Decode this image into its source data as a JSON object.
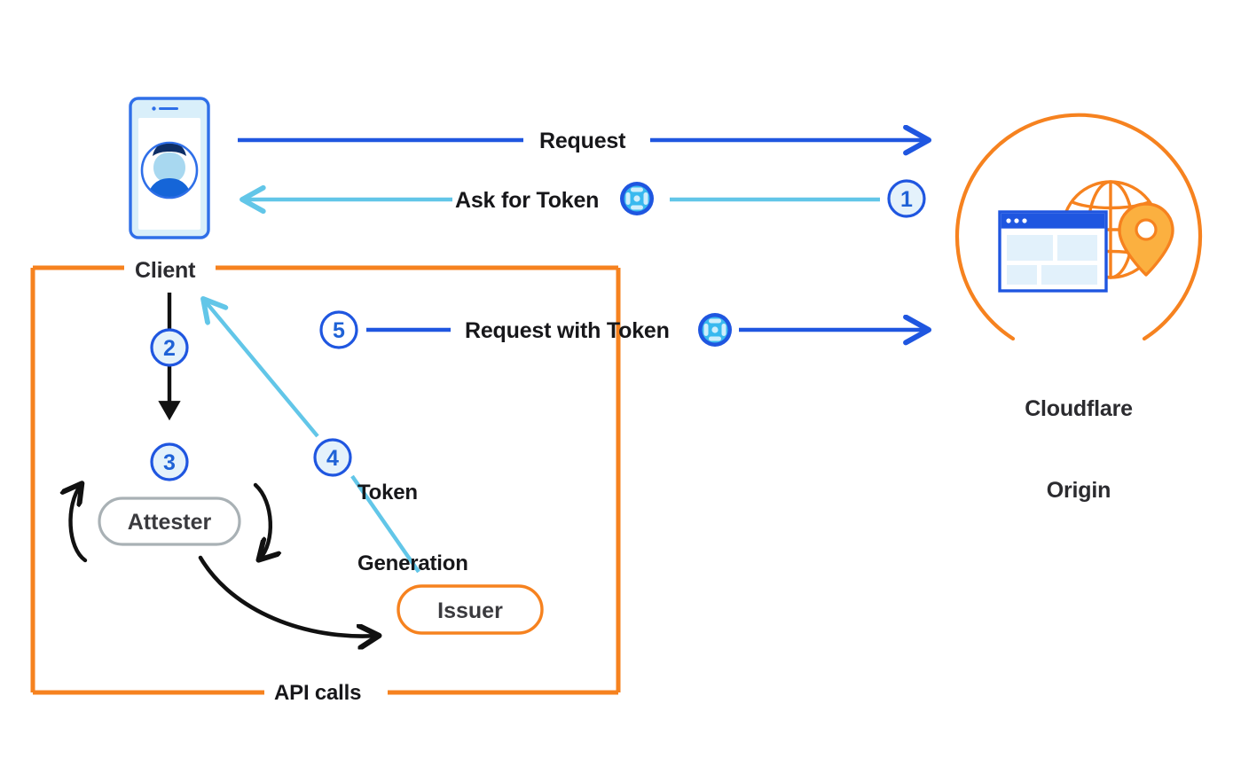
{
  "diagram": {
    "title": "Privacy Pass token issuance and redemption flow",
    "colors": {
      "blue": "#1f56e0",
      "light_blue": "#62c6e8",
      "orange": "#f6821f",
      "black": "#111111",
      "gray": "#a9b1b5",
      "circle_fill": "#e4f2fb",
      "text": "#17171a"
    },
    "nodes": {
      "client": {
        "label": "Client",
        "icon": "mobile-phone-user-icon"
      },
      "attester": {
        "label": "Attester",
        "shape": "pill",
        "outline": "#a9b1b5"
      },
      "issuer": {
        "label": "Issuer",
        "shape": "pill",
        "outline": "#f6821f"
      },
      "origin": {
        "label_line1": "Cloudflare",
        "label_line2": "Origin",
        "icon": "globe-browser-pin-icon"
      }
    },
    "group_box": {
      "label": "API calls",
      "outline": "#f6821f"
    },
    "flows": [
      {
        "step": "",
        "label": "Request",
        "from": "client",
        "to": "origin",
        "color": "#1f56e0",
        "direction": "right",
        "has_token_icon": false
      },
      {
        "step": "1",
        "label": "Ask for Token",
        "from": "origin",
        "to": "client",
        "color": "#62c6e8",
        "direction": "left",
        "has_token_icon": true
      },
      {
        "step": "2",
        "label": "",
        "from": "client",
        "to": "attester",
        "color": "#111111",
        "direction": "down",
        "has_token_icon": false
      },
      {
        "step": "3",
        "label": "",
        "from": "attester",
        "to": "attester",
        "color": "#111111",
        "direction": "loop",
        "has_token_icon": false
      },
      {
        "step": "4",
        "label": "Token\nGeneration",
        "from": "issuer",
        "to": "client",
        "color": "#62c6e8",
        "direction": "diagonal-up-left",
        "has_token_icon": false
      },
      {
        "step": "5",
        "label": "Request with Token",
        "from": "client",
        "to": "origin",
        "color": "#1f56e0",
        "direction": "right",
        "has_token_icon": true
      }
    ],
    "step_numbers": [
      "1",
      "2",
      "3",
      "4",
      "5"
    ],
    "labels": {
      "request": "Request",
      "ask_for_token": "Ask for Token",
      "request_with_token": "Request with Token",
      "token_generation_line1": "Token",
      "token_generation_line2": "Generation",
      "api_calls": "API calls",
      "client": "Client",
      "attester": "Attester",
      "issuer": "Issuer",
      "origin_line1": "Cloudflare",
      "origin_line2": "Origin"
    },
    "icons": {
      "token": "privacy-pass-token-icon",
      "phone": "mobile-phone-user-icon",
      "origin": "globe-browser-location-pin-icon"
    }
  }
}
